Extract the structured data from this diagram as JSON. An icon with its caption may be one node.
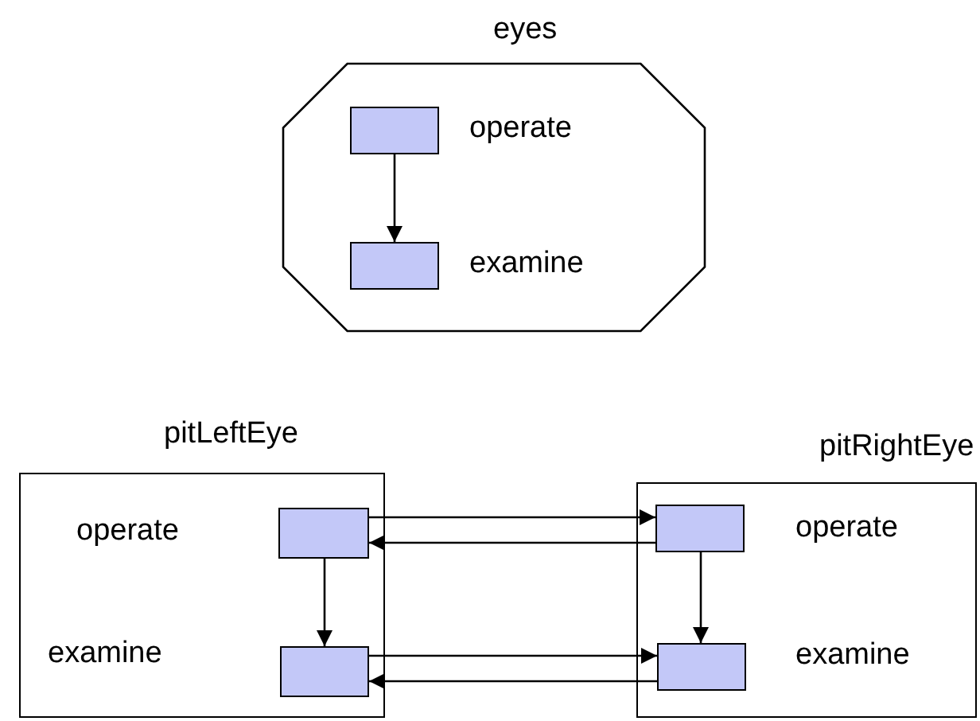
{
  "diagram": {
    "nodes": [
      {
        "text": [
          "eyes"
        ]
      },
      {
        "text": [],
        "shape": "box",
        "in": 0,
        "beside": [
          "operate"
        ]
      },
      {
        "text": [],
        "shape": "box",
        "in": 0,
        "beside": [
          "examine"
        ]
      },
      {
        "text": [
          "pitLeftEye"
        ]
      },
      {
        "text": [],
        "shape": "box",
        "in": 3,
        "beside": [
          "operate"
        ]
      },
      {
        "text": [],
        "shape": "box",
        "in": 3,
        "beside": [
          "examine"
        ]
      },
      {
        "text": [
          "pitRightEye"
        ]
      },
      {
        "text": [],
        "shape": "box",
        "in": 6,
        "beside": [
          "operate"
        ]
      },
      {
        "text": [],
        "shape": "box",
        "in": 6,
        "beside": [
          "examine"
        ]
      }
    ],
    "edges": [
      {
        "from": 1,
        "to": 2,
        "arrow": "to"
      },
      {
        "from": 4,
        "to": 5,
        "arrow": "to"
      },
      {
        "from": 7,
        "to": 8,
        "arrow": "to"
      },
      {
        "from": 4,
        "to": 7,
        "arrow": "to"
      },
      {
        "from": 7,
        "to": 4,
        "arrow": "to"
      },
      {
        "from": 5,
        "to": 8,
        "arrow": "to"
      },
      {
        "from": 8,
        "to": 5,
        "arrow": "to"
      }
    ]
  }
}
